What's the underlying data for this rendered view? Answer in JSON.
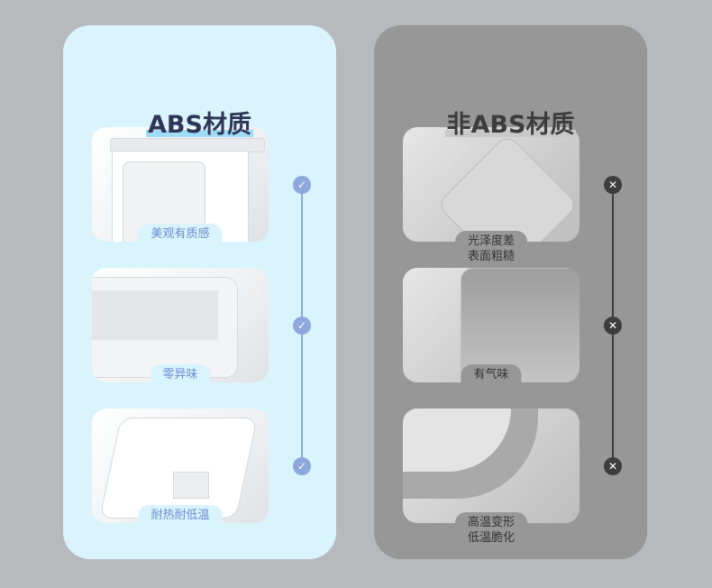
{
  "abs": {
    "title": "ABS材质",
    "items": [
      {
        "label": "美观有质感"
      },
      {
        "label": "零异味"
      },
      {
        "label": "耐热耐低温"
      }
    ],
    "icon": "✓",
    "accent": "#8ea8dd"
  },
  "non_abs": {
    "title": "非ABS材质",
    "items": [
      {
        "label": "光泽度差",
        "label2": "表面粗糙"
      },
      {
        "label": "有气味"
      },
      {
        "label": "高温变形",
        "label2": "低温脆化"
      }
    ],
    "icon": "✕",
    "accent": "#3d3d3d"
  }
}
